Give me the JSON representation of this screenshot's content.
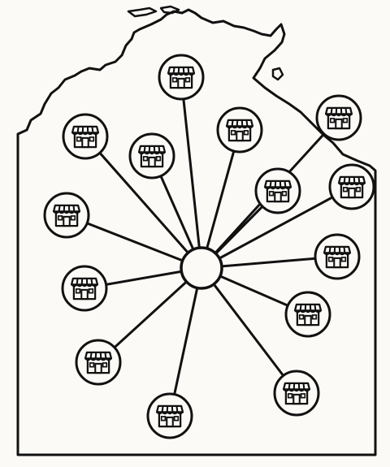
{
  "diagram": {
    "style": {
      "background": "#fbfaf7",
      "stroke": "#111111",
      "fill": "#fbfaf7"
    },
    "hub": {
      "name": "central-hub"
    },
    "nodes": [
      {
        "id": "store-01",
        "icon": "storefront-icon"
      },
      {
        "id": "store-02",
        "icon": "storefront-icon"
      },
      {
        "id": "store-03",
        "icon": "storefront-icon"
      },
      {
        "id": "store-04",
        "icon": "storefront-icon"
      },
      {
        "id": "store-05",
        "icon": "storefront-icon"
      },
      {
        "id": "store-06",
        "icon": "storefront-icon"
      },
      {
        "id": "store-07",
        "icon": "storefront-icon"
      },
      {
        "id": "store-08",
        "icon": "storefront-icon"
      },
      {
        "id": "store-09",
        "icon": "storefront-icon"
      },
      {
        "id": "store-10",
        "icon": "storefront-icon"
      },
      {
        "id": "store-11",
        "icon": "storefront-icon"
      },
      {
        "id": "store-12",
        "icon": "storefront-icon"
      },
      {
        "id": "store-13",
        "icon": "storefront-icon"
      },
      {
        "id": "store-14",
        "icon": "storefront-icon"
      },
      {
        "id": "store-15",
        "icon": "storefront-icon"
      }
    ]
  }
}
